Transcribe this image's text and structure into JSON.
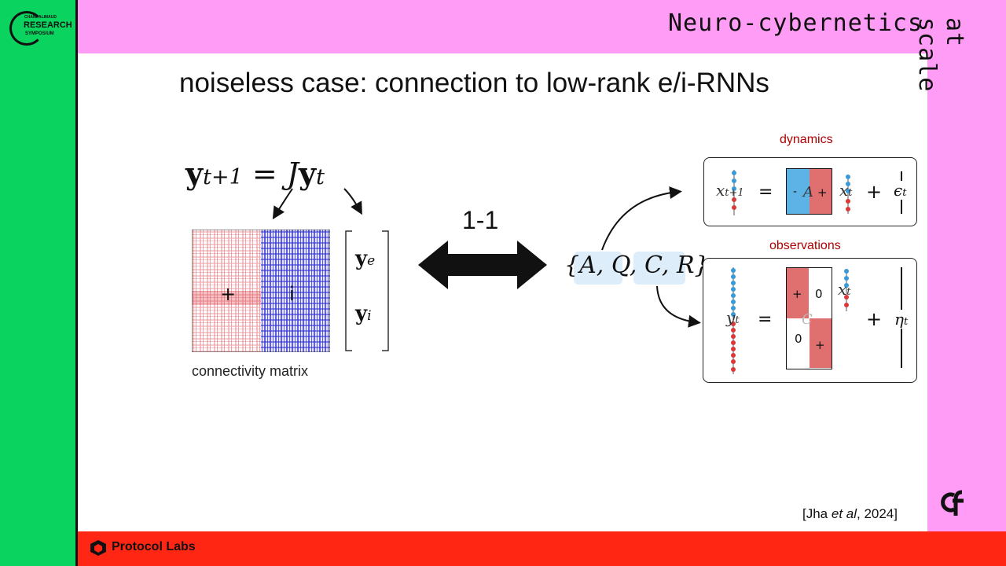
{
  "frame": {
    "series_title_top": "Neuro-cybernetics",
    "series_title_side": "at scale",
    "logo_lines": [
      "CHAMPALIMAUD",
      "RESEARCH",
      "SYMPOSIUM"
    ],
    "sponsor": "Protocol Labs",
    "colors": {
      "green": "#0bd35f",
      "pink": "#ff9cf6",
      "red": "#ff2614"
    }
  },
  "slide": {
    "title": "noiseless case: connection to low-rank e/i-RNNs",
    "equation_lhs": "y",
    "equation_lhs_sub": "t+1",
    "equation_rhs_J": "J",
    "equation_rhs_y": "y",
    "equation_rhs_sub": "t",
    "matrix_plus": "+",
    "matrix_minus": "i",
    "vector_top": "y",
    "vector_top_sub": "e",
    "vector_bottom": "y",
    "vector_bottom_sub": "i",
    "matrix_caption": "connectivity matrix",
    "one_to_one": "1-1",
    "param_set": "{A, Q, C, R}",
    "dynamics_label": "dynamics",
    "dynamics_x_lhs": "x",
    "dynamics_x_lhs_sub": "t+1",
    "dynamics_eq": "=",
    "dynamics_A": "A",
    "dynamics_A_minus": "-",
    "dynamics_A_plus": "+",
    "dynamics_x_rhs": "x",
    "dynamics_x_rhs_sub": "t",
    "dynamics_plus": "+",
    "dynamics_noise": "ϵ",
    "dynamics_noise_sub": "t",
    "observations_label": "observations",
    "obs_y": "y",
    "obs_y_sub": "t",
    "obs_eq": "=",
    "obs_C": "C",
    "obs_c_plus1": "+",
    "obs_c_zero1": "0",
    "obs_c_zero2": "0",
    "obs_c_plus2": "+",
    "obs_x": "x",
    "obs_x_sub": "t",
    "obs_plus": "+",
    "obs_noise": "η",
    "obs_noise_sub": "t",
    "citation_pre": "[Jha ",
    "citation_etal": "et al",
    "citation_post": ", 2024]"
  }
}
